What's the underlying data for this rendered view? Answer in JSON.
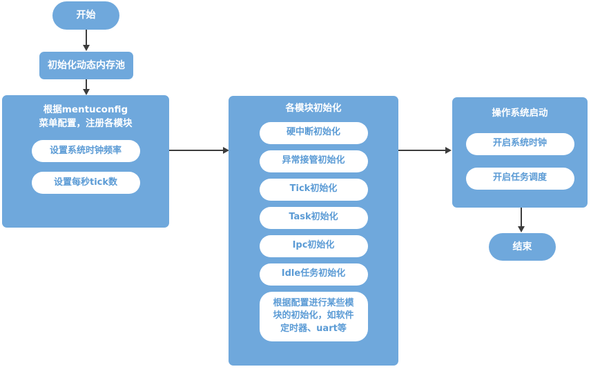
{
  "diagram": {
    "title": "",
    "colors": {
      "node_fill": "#6FA8DC",
      "node_text": "#FFFFFF",
      "pill_fill": "#FFFFFF",
      "pill_text": "#5B9BD5",
      "connector": "#3C3C3C",
      "background": "#FFFFFF"
    },
    "start_node": {
      "label": "开始",
      "shape": "terminator"
    },
    "mempool_node": {
      "label": "初始化动态内存池",
      "shape": "process"
    },
    "end_node": {
      "label": "结束",
      "shape": "terminator"
    },
    "groups": [
      {
        "id": "menuconfig",
        "title": "根据mentuconfig\n菜单配置，注册各模块",
        "title_line1": "根据mentuconfig",
        "title_line2": "菜单配置，注册各模块",
        "items": [
          {
            "label": "设置系统时钟频率"
          },
          {
            "label": "设置每秒tick数"
          }
        ]
      },
      {
        "id": "modules",
        "title": "各模块初始化",
        "items": [
          {
            "label": "硬中断初始化"
          },
          {
            "label": "异常接管初始化"
          },
          {
            "label": "Tick初始化"
          },
          {
            "label": "Task初始化"
          },
          {
            "label": "Ipc初始化"
          },
          {
            "label": "Idle任务初始化"
          },
          {
            "label": "根据配置进行某些模块的初始化，如软件定时器、uart等",
            "tall": true
          }
        ]
      },
      {
        "id": "os",
        "title": "操作系统启动",
        "items": [
          {
            "label": "开启系统时钟"
          },
          {
            "label": "开启任务调度"
          }
        ]
      }
    ],
    "connectors": [
      {
        "name": "start-to-mempool",
        "direction": "down"
      },
      {
        "name": "mempool-to-menuconfig",
        "direction": "down"
      },
      {
        "name": "menuconfig-to-modules",
        "direction": "right"
      },
      {
        "name": "modules-to-os",
        "direction": "right"
      },
      {
        "name": "os-to-end",
        "direction": "down"
      }
    ]
  }
}
